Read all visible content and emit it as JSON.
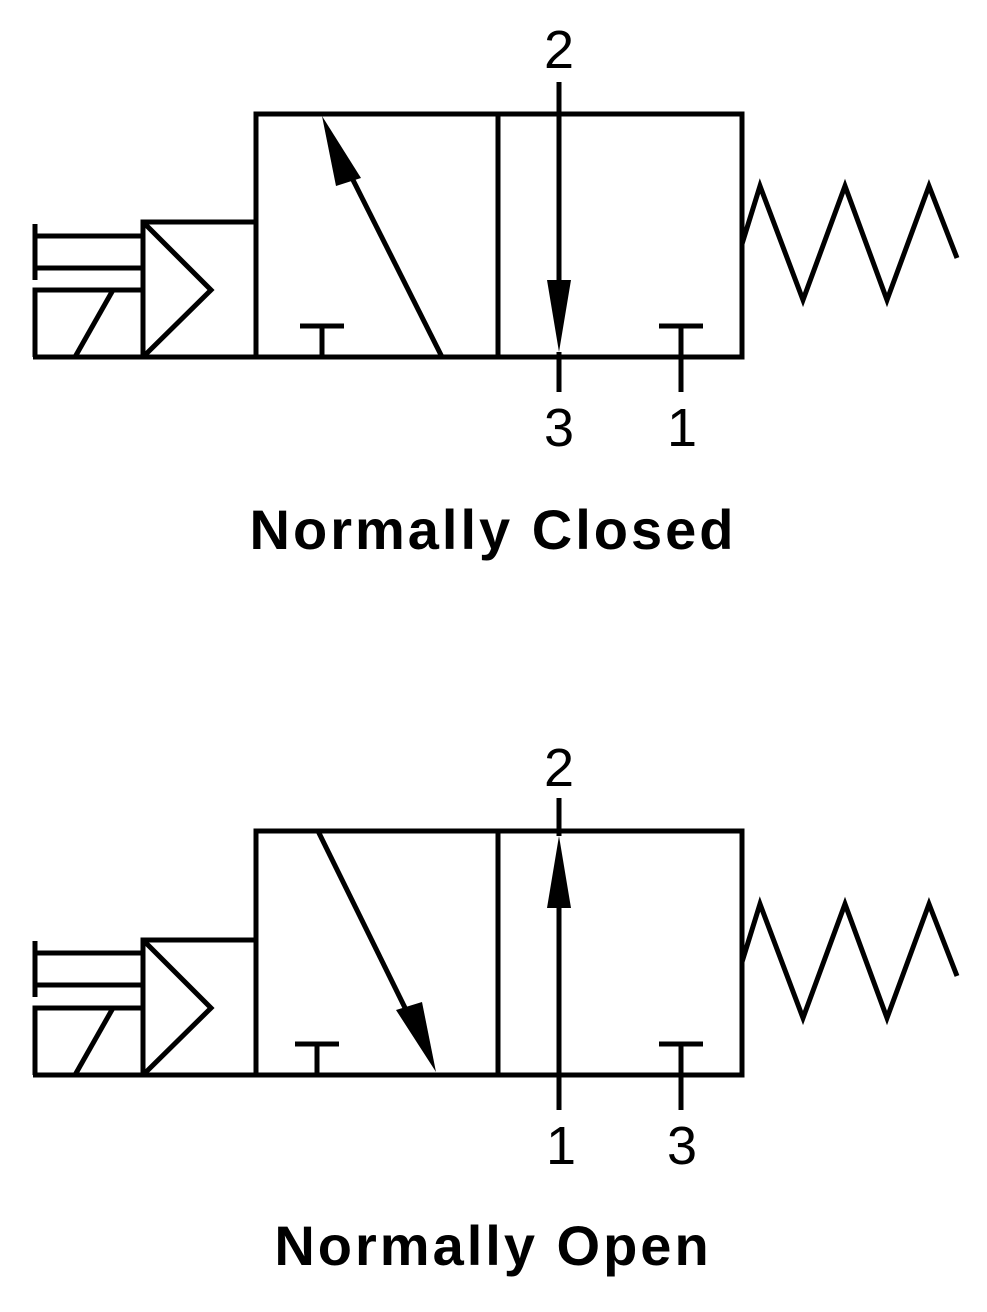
{
  "diagrams": [
    {
      "caption": "Normally Closed",
      "ports": {
        "top": "2",
        "bottom_center": "3",
        "bottom_right": "1"
      }
    },
    {
      "caption": "Normally Open",
      "ports": {
        "top": "2",
        "bottom_center": "1",
        "bottom_right": "3"
      }
    }
  ]
}
